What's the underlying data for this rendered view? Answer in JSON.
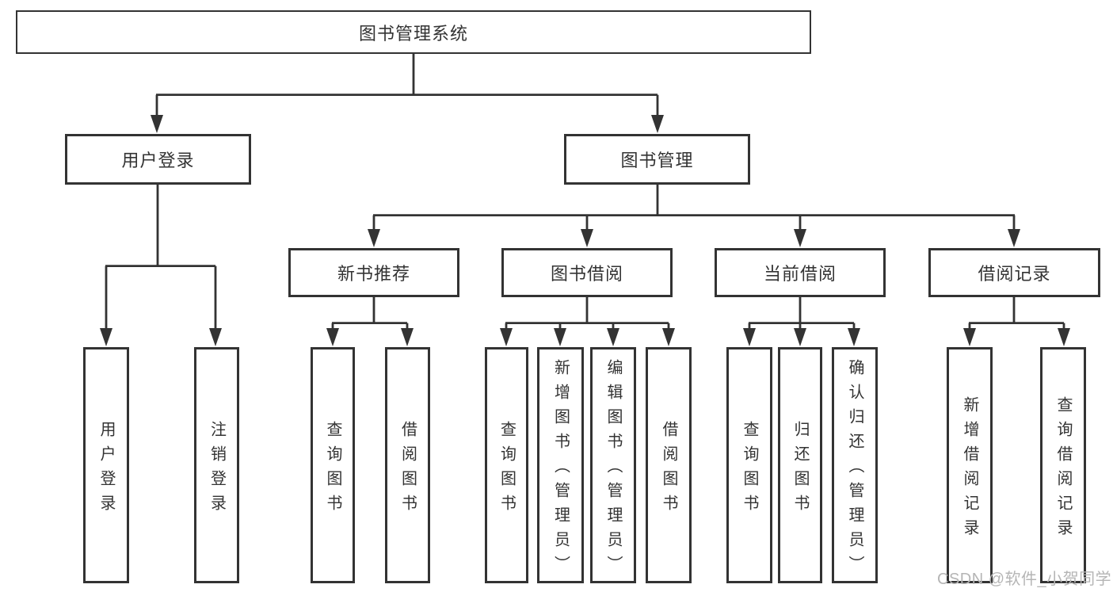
{
  "tree": {
    "label": "图书管理系统",
    "children": [
      {
        "label": "用户登录",
        "children": [
          {
            "label": "用户登录"
          },
          {
            "label": "注销登录"
          }
        ]
      },
      {
        "label": "图书管理",
        "children": [
          {
            "label": "新书推荐",
            "children": [
              {
                "label": "查询图书"
              },
              {
                "label": "借阅图书"
              }
            ]
          },
          {
            "label": "图书借阅",
            "children": [
              {
                "label": "查询图书"
              },
              {
                "label": "新增图书（管理员）"
              },
              {
                "label": "编辑图书（管理员）"
              },
              {
                "label": "借阅图书"
              }
            ]
          },
          {
            "label": "当前借阅",
            "children": [
              {
                "label": "查询图书"
              },
              {
                "label": "归还图书"
              },
              {
                "label": "确认归还（管理员）"
              }
            ]
          },
          {
            "label": "借阅记录",
            "children": [
              {
                "label": "新增借阅记录"
              },
              {
                "label": "查询借阅记录"
              }
            ]
          }
        ]
      }
    ]
  },
  "watermark": {
    "text": "CSDN @软件_小贺同学"
  },
  "colors": {
    "line": "#333333",
    "text": "#333333",
    "box_background": "#ffffff",
    "watermark": "#b5b5b5"
  }
}
